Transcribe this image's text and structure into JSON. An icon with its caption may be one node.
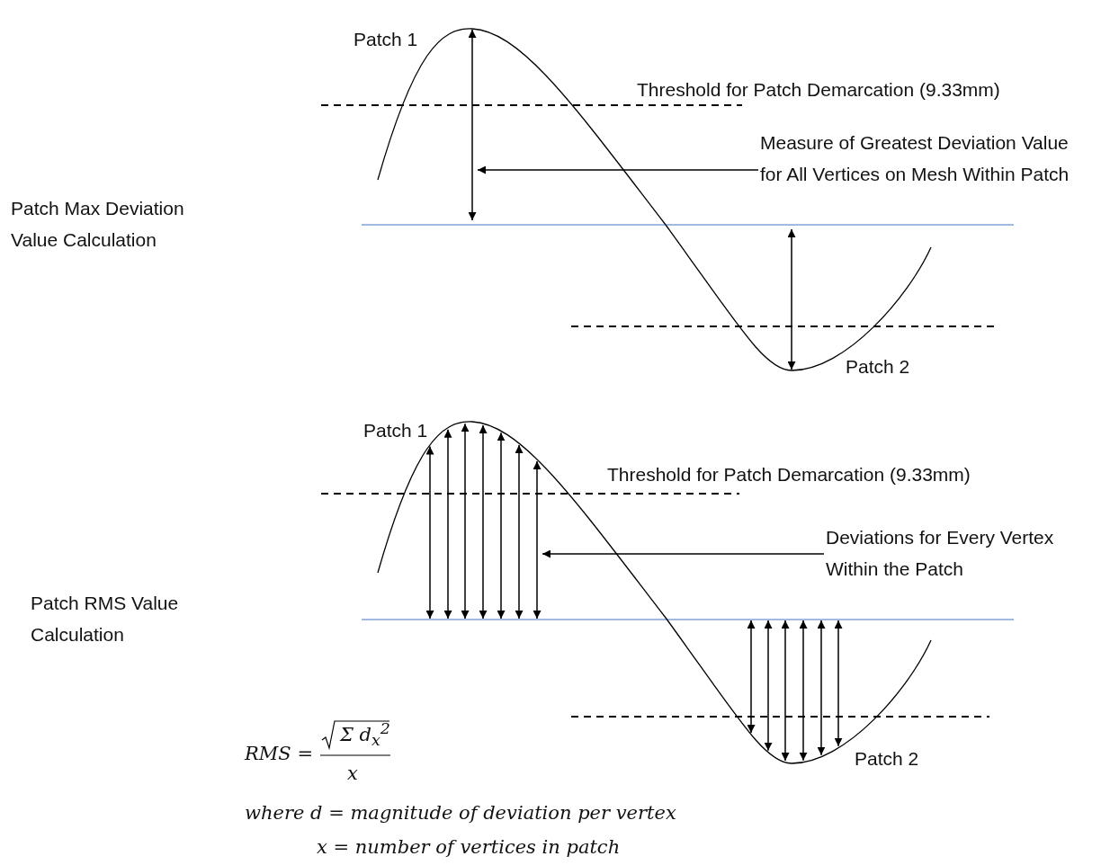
{
  "diagram": {
    "nodes": [
      {
        "text": [
          "Measure of Greatest Deviation Value for All Vertices on Mesh Within Patch"
        ]
      },
      {
        "text": [
          "Deviations for Every Vertex Within the Patch"
        ]
      }
    ],
    "edges": [
      {
        "from": 0,
        "to": null,
        "arrow": "to"
      },
      {
        "from": 1,
        "to": null,
        "arrow": "to"
      }
    ],
    "labels": [
      "Patch 1",
      "Threshold for Patch Demarcation (9.33mm)",
      "Patch Max Deviation Value Calculation",
      "Patch 2",
      "Patch 1",
      "Threshold for Patch Demarcation (9.33mm)",
      "Patch RMS Value Calculation",
      "Patch 2",
      "RMS =",
      "Σ d$_{x}$$^{2}$",
      "x",
      "where d = magnitude of deviation per vertex",
      "x = number of vertices in patch"
    ]
  }
}
